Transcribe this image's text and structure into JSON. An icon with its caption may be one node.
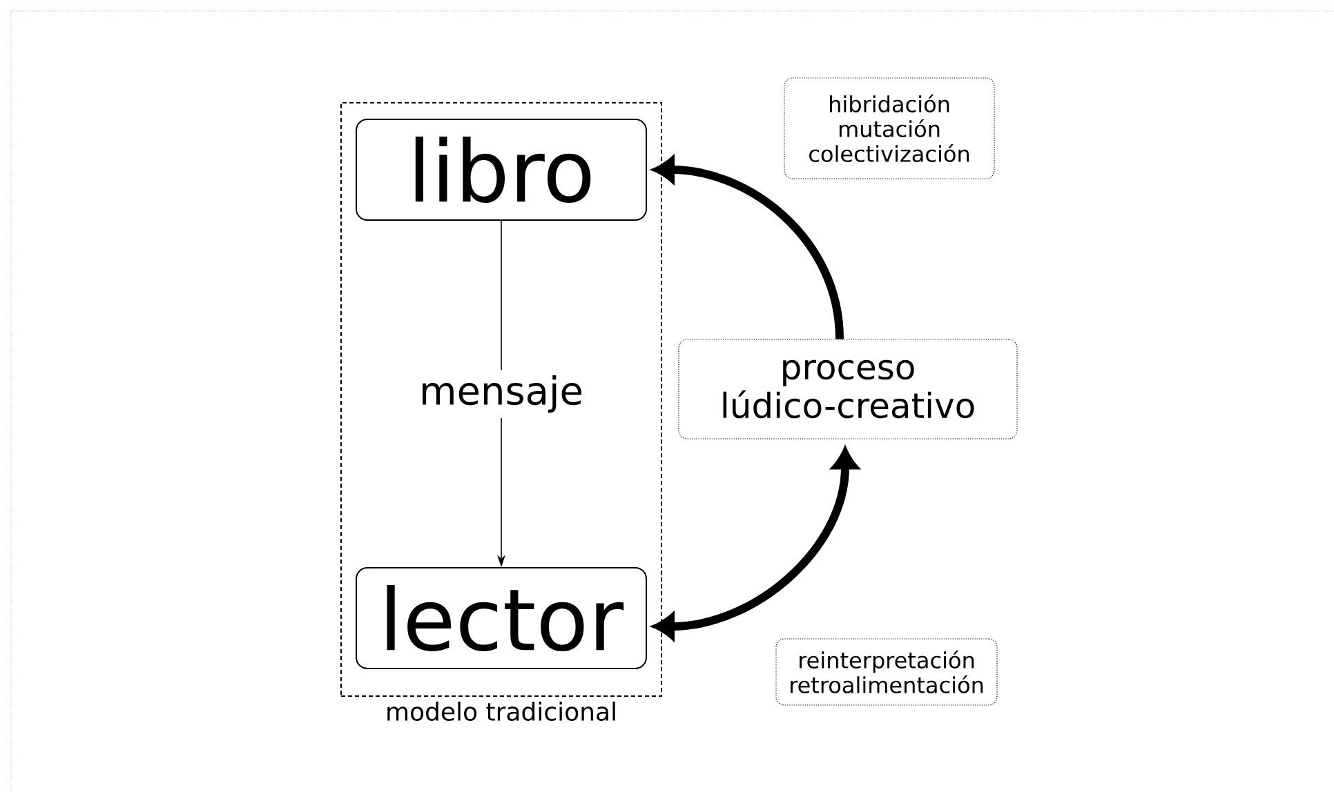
{
  "diagram": {
    "nodes": [
      {
        "text": [
          "modelo tradicional"
        ]
      },
      {
        "text": [
          "libro"
        ],
        "in": 0
      },
      {
        "text": [
          "lector"
        ],
        "in": 0
      },
      {
        "text": [
          "hibridación",
          "mutación",
          "colectivización"
        ]
      },
      {
        "text": [
          "proceso lúdico-creativo"
        ]
      },
      {
        "text": [
          "reinterpretación",
          "retroalimentación"
        ]
      }
    ],
    "edges": [
      {
        "from": 1,
        "to": 2,
        "arrow": "to",
        "label": "mensaje"
      },
      {
        "from": 4,
        "to": 1,
        "arrow": "to"
      },
      {
        "from": 2,
        "to": 4,
        "arrow": "both"
      }
    ]
  }
}
